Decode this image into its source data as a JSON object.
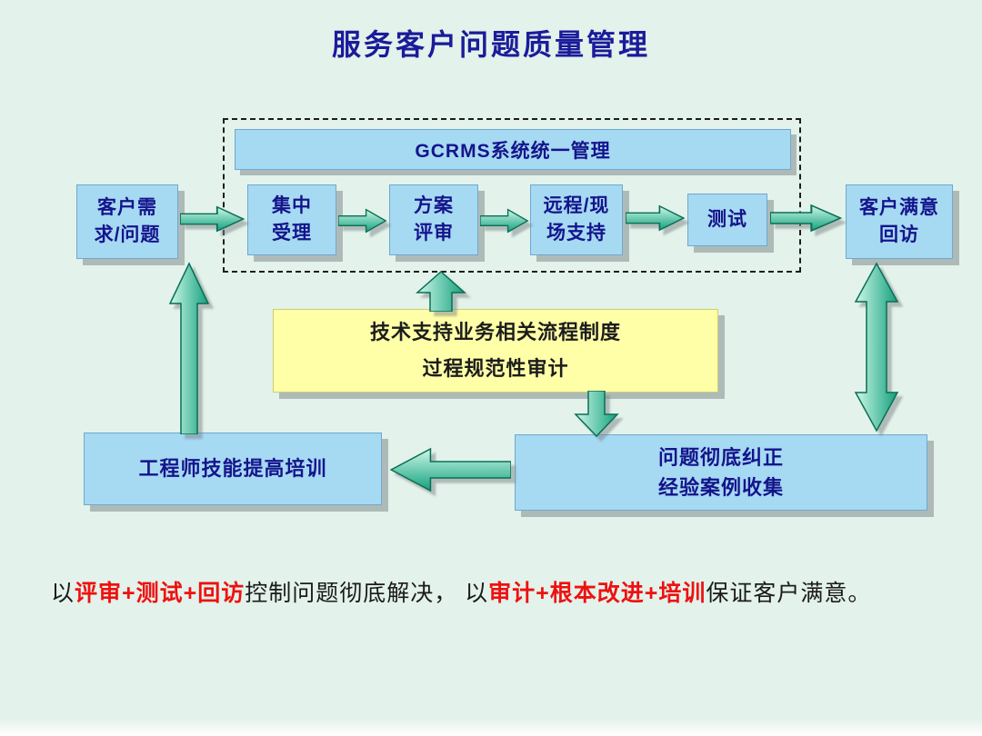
{
  "title": "服务客户问题质量管理",
  "diagram": {
    "gcrms_header": "GCRMS系统统一管理",
    "boxes": {
      "customer_need": {
        "lines": [
          "客户需",
          "求/问题"
        ]
      },
      "intake": {
        "lines": [
          "集中",
          "受理"
        ]
      },
      "plan_review": {
        "lines": [
          "方案",
          "评审"
        ]
      },
      "remote_support": {
        "lines": [
          "远程/现",
          "场支持"
        ]
      },
      "testing": {
        "lines": [
          "测试"
        ]
      },
      "satisfaction_visit": {
        "lines": [
          "客户满意",
          "回访"
        ]
      },
      "process_audit": {
        "lines": [
          "技术支持业务相关流程制度",
          "过程规范性审计"
        ]
      },
      "engineer_training": {
        "lines": [
          "工程师技能提高培训"
        ]
      },
      "problem_correction": {
        "lines": [
          "问题彻底纠正",
          "经验案例收集"
        ]
      }
    }
  },
  "footer": {
    "segments": [
      {
        "text": "以",
        "emphasis": false
      },
      {
        "text": "评审+测试+回访",
        "emphasis": true
      },
      {
        "text": "控制问题彻底解决， 以",
        "emphasis": false
      },
      {
        "text": "审计+根本改进+培训",
        "emphasis": true
      },
      {
        "text": "保证客户满意。",
        "emphasis": false
      }
    ]
  },
  "colors": {
    "background": "#e3f2ea",
    "box_fill": "#a6d9f2",
    "box_border": "#6fa9cf",
    "box_text": "#14148c",
    "yellow_fill": "#ffffa8",
    "title_color": "#1b1b9a",
    "emphasis_color": "#ee1111",
    "body_text": "#1a1a1a",
    "arrow_light": "#cdf8e9",
    "arrow_dark": "#14a07c",
    "arrow_outline": "#0a6e55"
  }
}
